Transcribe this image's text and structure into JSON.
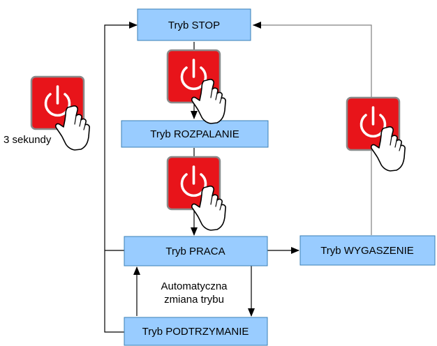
{
  "nodes": {
    "stop": "Tryb STOP",
    "rozpalanie": "Tryb ROZPALANIE",
    "praca": "Tryb PRACA",
    "wygaszenie": "Tryb WYGASZENIE",
    "podtrzymanie": "Tryb PODTRZYMANIE"
  },
  "labels": {
    "hold_time": "3 sekundy",
    "auto_line1": "Automatyczna",
    "auto_line2": "zmiana trybu"
  },
  "icons": [
    "power-button-icon",
    "pointing-hand-icon"
  ],
  "colors": {
    "box_fill": "#99ccff",
    "button_red": "#e8141a",
    "arrow": "#000000"
  }
}
